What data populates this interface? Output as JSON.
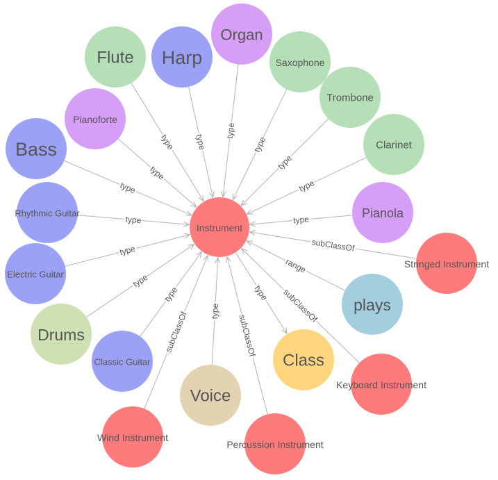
{
  "colors": {
    "purple_class": "#d69ef7",
    "blue_individual": "#9ba1f5",
    "green_individual": "#b5dfb6",
    "red_class": "#ff7a7a",
    "light_blue_property": "#a3cee0",
    "yellow_class": "#ffd67e",
    "olive_individual": "#cfe0b2",
    "tan_individual": "#e3d3b3",
    "edge": "#b3b3b3",
    "label_text": "#555555"
  },
  "center": {
    "label": "Instrument",
    "color": "#ff7a7a"
  },
  "nodes": [
    {
      "label": "Organ",
      "color": "#d69ef7",
      "edge": "type",
      "direction": "in"
    },
    {
      "label": "Harp",
      "color": "#9ba1f5",
      "edge": "type",
      "direction": "in"
    },
    {
      "label": "Flute",
      "color": "#b5dfb6",
      "edge": "type",
      "direction": "in"
    },
    {
      "label": "Saxophone",
      "color": "#b5dfb6",
      "edge": "type",
      "direction": "in"
    },
    {
      "label": "Trombone",
      "color": "#b5dfb6",
      "edge": "type",
      "direction": "in"
    },
    {
      "label": "Pianoforte",
      "color": "#d69ef7",
      "edge": "type",
      "direction": "in"
    },
    {
      "label": "Clarinet",
      "color": "#b5dfb6",
      "edge": "type",
      "direction": "in"
    },
    {
      "label": "Bass",
      "color": "#9ba1f5",
      "edge": "type",
      "direction": "in"
    },
    {
      "label": "Pianola",
      "color": "#d69ef7",
      "edge": "type",
      "direction": "in"
    },
    {
      "label": "Rhythmic Guitar",
      "color": "#9ba1f5",
      "edge": "type",
      "direction": "in"
    },
    {
      "label": "Stringed Instrument",
      "color": "#ff7a7a",
      "edge": "subClassOf",
      "direction": "in"
    },
    {
      "label": "Electric Guitar",
      "color": "#9ba1f5",
      "edge": "type",
      "direction": "in"
    },
    {
      "label": "plays",
      "color": "#a3cee0",
      "edge": "range",
      "direction": "in"
    },
    {
      "label": "Drums",
      "color": "#cfe0b2",
      "edge": "type",
      "direction": "in"
    },
    {
      "label": "Keyboard Instrument",
      "color": "#ff7a7a",
      "edge": "subClassOf",
      "direction": "in"
    },
    {
      "label": "Classic Guitar",
      "color": "#9ba1f5",
      "edge": "type",
      "direction": "in"
    },
    {
      "label": "Class",
      "color": "#ffd67e",
      "edge": "type",
      "direction": "out"
    },
    {
      "label": "Voice",
      "color": "#e3d3b3",
      "edge": "type",
      "direction": "in"
    },
    {
      "label": "Wind Instrument",
      "color": "#ff7a7a",
      "edge": "subClassOf",
      "direction": "in"
    },
    {
      "label": "Percussion Instrument",
      "color": "#ff7a7a",
      "edge": "subClassOf",
      "direction": "in"
    }
  ]
}
